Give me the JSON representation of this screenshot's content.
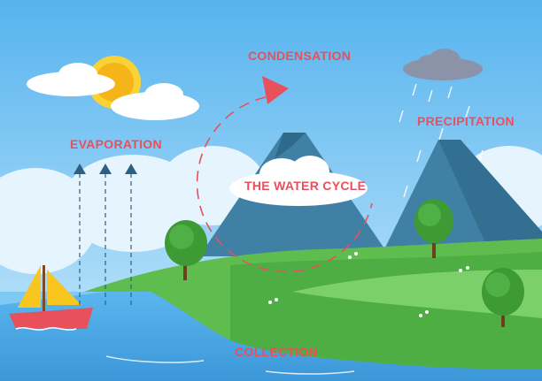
{
  "labels": {
    "title": "THE WATER CYCLE",
    "condensation": "CONDENSATION",
    "evaporation": "EVAPORATION",
    "precipitation": "PRECIPITATION",
    "collection": "COLLECTION"
  },
  "colors": {
    "label": "#e8505b",
    "sky_top": "#5db8ef",
    "sky_bottom": "#bfe5fb",
    "water": "#4aa8e6",
    "grass": "#5fbd4f",
    "mountain": "#3f7fa3",
    "sun": "#f6b21b"
  }
}
